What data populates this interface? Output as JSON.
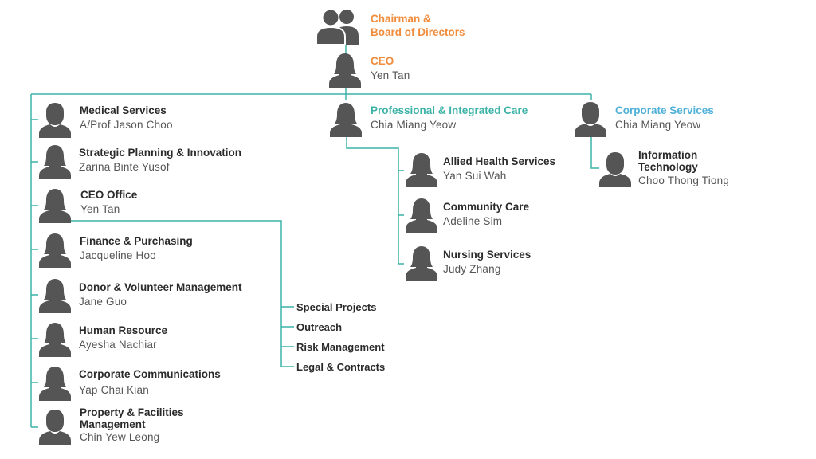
{
  "colors": {
    "line": "#3db3a8",
    "icon": "#555555",
    "orange": "#f08c3c",
    "teal": "#3db3a8",
    "blue": "#4fb0d8"
  },
  "chairman": {
    "line1": "Chairman &",
    "line2": "Board of Directors"
  },
  "ceo": {
    "title": "CEO",
    "name": "Yen Tan"
  },
  "divisions": [
    {
      "title": "Medical Services",
      "name": "A/Prof Jason Choo"
    },
    {
      "title": "Strategic Planning & Innovation",
      "name": "Zarina Binte Yusof"
    },
    {
      "title": "CEO Office",
      "name": "Yen Tan"
    },
    {
      "title": "Finance & Purchasing",
      "name": "Jacqueline Hoo"
    },
    {
      "title": "Donor & Volunteer Management",
      "name": "Jane Guo"
    },
    {
      "title": "Human Resource",
      "name": "Ayesha Nachiar"
    },
    {
      "title": "Corporate Communications",
      "name": "Yap Chai Kian"
    },
    {
      "title_line1": "Property & Facilities",
      "title_line2": "Management",
      "name": "Chin Yew Leong"
    }
  ],
  "ceo_office_units": [
    "Special Projects",
    "Outreach",
    "Risk Management",
    "Legal & Contracts"
  ],
  "professional": {
    "title": "Professional & Integrated Care",
    "name": "Chia Miang Yeow"
  },
  "professional_units": [
    {
      "title": "Allied Health Services",
      "name": "Yan Sui Wah"
    },
    {
      "title": "Community Care",
      "name": "Adeline Sim"
    },
    {
      "title": "Nursing Services",
      "name": "Judy Zhang"
    }
  ],
  "corporate": {
    "title": "Corporate Services",
    "name": "Chia Miang Yeow"
  },
  "it": {
    "title_line1": "Information",
    "title_line2": "Technology",
    "name": "Choo Thong Tiong"
  }
}
